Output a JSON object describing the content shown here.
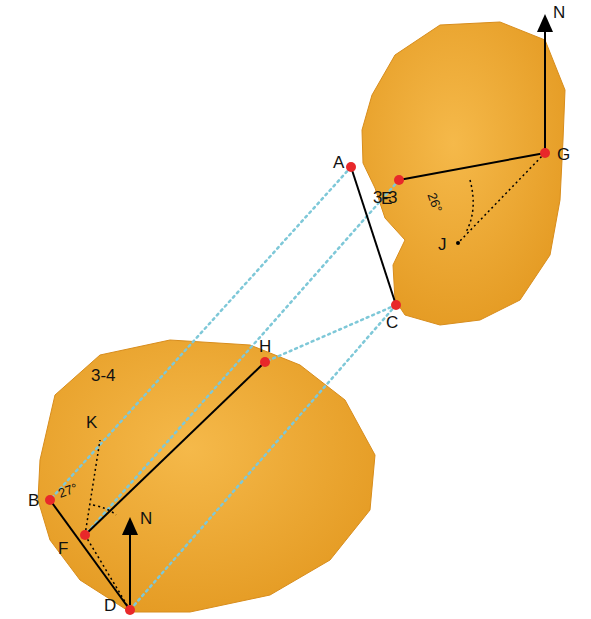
{
  "diagram": {
    "nodes": [
      {
        "text": [
          "3-3"
        ]
      },
      {
        "text": [
          "3-4"
        ]
      }
    ],
    "labels": [
      "N",
      "A",
      "G",
      "E",
      "26°",
      "J",
      "C",
      "H",
      "K",
      "B",
      "27°",
      "F",
      "N",
      "D"
    ]
  }
}
